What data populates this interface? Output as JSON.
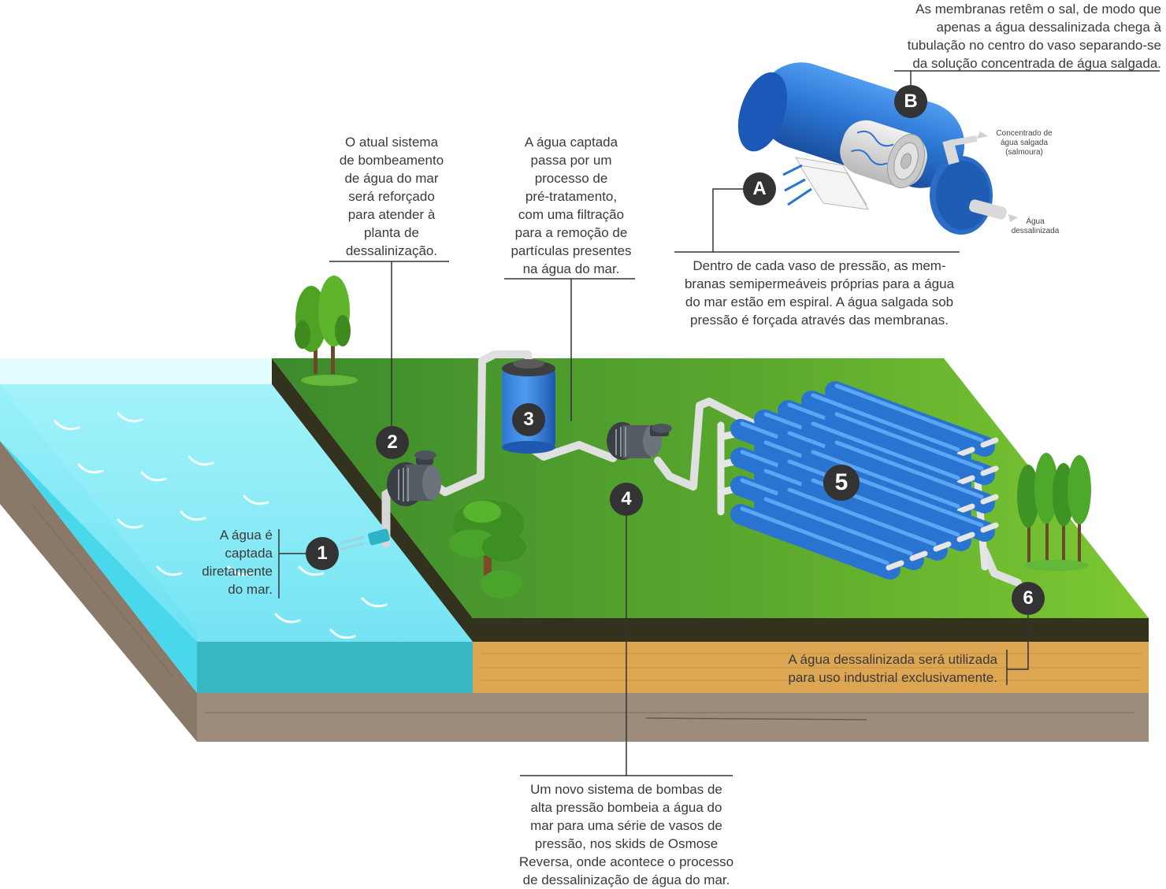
{
  "colors": {
    "grass_light": "#7ec832",
    "grass_dark": "#3f8f2a",
    "soil_dark": "#33321e",
    "sand": "#dca653",
    "bedrock": "#9c8c7c",
    "water_light": "#8ff0f8",
    "water_mid": "#3fd6ea",
    "vessel_blue": "#2a74d1",
    "pipe_gray": "#d9d9d9",
    "badge": "#333333"
  },
  "steps": {
    "s1": {
      "number": "1",
      "lines": [
        "A água é",
        "captada",
        "diretamente",
        "do mar."
      ]
    },
    "s2": {
      "number": "2",
      "lines": [
        "O atual sistema",
        "de bombeamento",
        "de água do mar",
        "será reforçado",
        "para atender à",
        "planta de",
        "dessalinização."
      ]
    },
    "s3": {
      "number": "3",
      "lines": [
        "A água captada",
        "passa por um",
        "processo de",
        "pré-tratamento,",
        "com uma filtração",
        "para a remoção de",
        "partículas presentes",
        "na água do mar."
      ]
    },
    "s4": {
      "number": "4",
      "lines": [
        "Um novo sistema de bombas de",
        "alta pressão bombeia a água do",
        "mar para uma série de vasos de",
        "pressão, nos skids de Osmose",
        "Reversa, onde acontece o processo",
        "de dessalinização de água do mar."
      ]
    },
    "s5": {
      "number": "5"
    },
    "s6": {
      "number": "6",
      "lines": [
        "A água dessalinizada será utilizada",
        "para uso industrial exclusivamente."
      ]
    }
  },
  "details": {
    "a": {
      "letter": "A",
      "lines": [
        "Dentro de cada vaso de pressão, as mem-",
        "branas semipermeáveis próprias para a água",
        "do mar estão em espiral. A água salgada sob",
        "pressão é forçada através das membranas."
      ]
    },
    "b": {
      "letter": "B",
      "lines": [
        "As membranas retêm o sal, de modo que",
        "apenas a água dessalinizada chega à",
        "tubulação no centro do vaso  separando-se",
        "da solução concentrada de água salgada."
      ]
    }
  },
  "vessel_labels": {
    "brine": [
      "Concentrado de",
      "água salgada",
      "(salmoura)"
    ],
    "product": [
      "Água",
      "dessalinizada"
    ]
  }
}
